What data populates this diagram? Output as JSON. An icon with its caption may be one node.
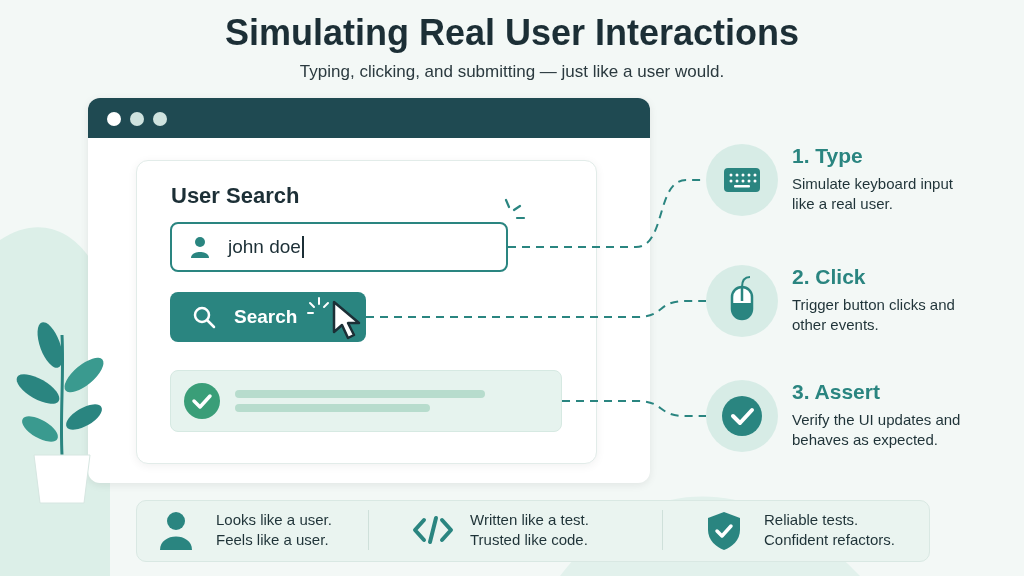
{
  "diagram": {
    "title": "Simulating Real User Interactions",
    "nodes": [
      {
        "text": [
          "User Search"
        ]
      },
      {
        "text": [
          "john doe"
        ],
        "in": 0
      },
      {
        "text": [
          "Search"
        ],
        "in": 0
      },
      {
        "text": [],
        "shape": "box",
        "in": 0
      },
      {
        "text": [
          "1. Type",
          "Simulate keyboard input like a real user."
        ]
      },
      {
        "text": [
          "2. Click",
          "Trigger button clicks and other events."
        ]
      },
      {
        "text": [
          "3. Assert",
          "Verify the UI updates and behaves as expected."
        ]
      }
    ],
    "edges": [
      {
        "from": 1,
        "to": 4,
        "arrow": "none",
        "style": "dashed"
      },
      {
        "from": 2,
        "to": 5,
        "arrow": "none",
        "style": "dashed"
      },
      {
        "from": 3,
        "to": 6,
        "arrow": "none",
        "style": "dashed"
      }
    ],
    "labels": [
      "Typing, clicking, and submitting — just like a user would.",
      "Looks like a user.",
      "Feels like a user.",
      "Written like a test.",
      "Trusted like code.",
      "Reliable tests.",
      "Confident refactors."
    ]
  }
}
